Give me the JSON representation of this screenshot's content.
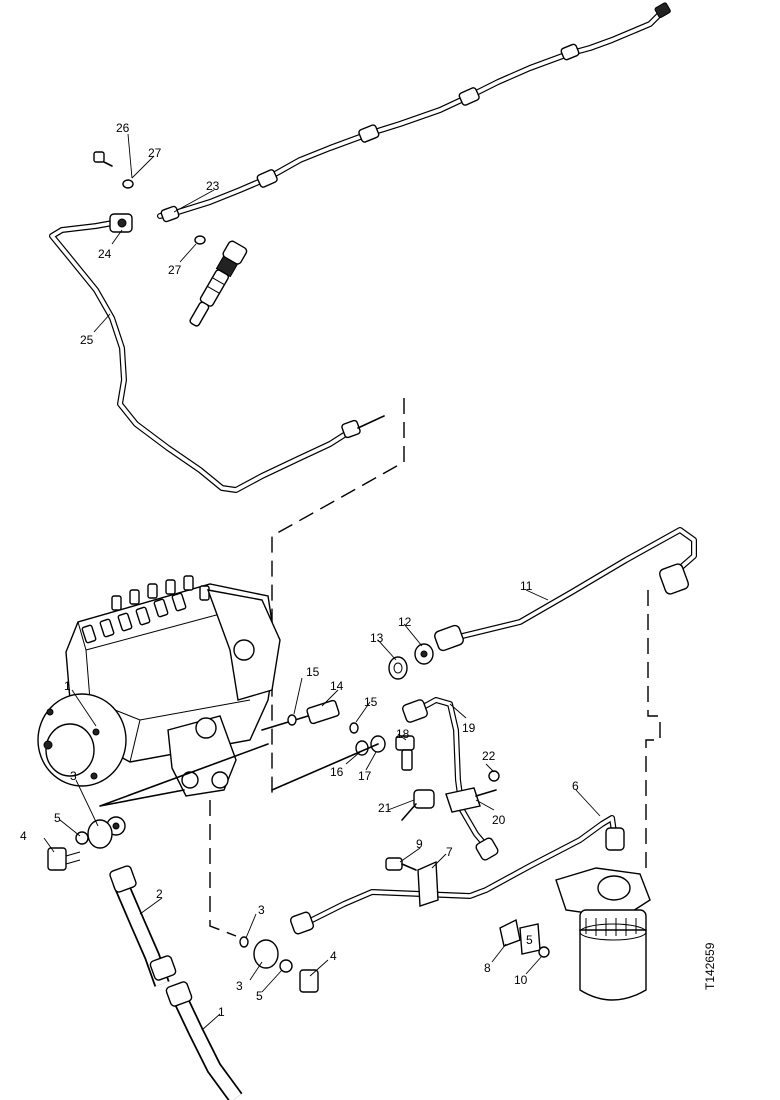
{
  "figure_id": "T142659",
  "callouts": [
    {
      "id": "c26",
      "text": "26"
    },
    {
      "id": "c27a",
      "text": "27"
    },
    {
      "id": "c23",
      "text": "23"
    },
    {
      "id": "c24",
      "text": "24"
    },
    {
      "id": "c27b",
      "text": "27"
    },
    {
      "id": "c25",
      "text": "25"
    },
    {
      "id": "c11",
      "text": "11"
    },
    {
      "id": "c12",
      "text": "12"
    },
    {
      "id": "c13",
      "text": "13"
    },
    {
      "id": "c15a",
      "text": "15"
    },
    {
      "id": "c14",
      "text": "14"
    },
    {
      "id": "c15b",
      "text": "15"
    },
    {
      "id": "c19",
      "text": "19"
    },
    {
      "id": "c18",
      "text": "18"
    },
    {
      "id": "c16",
      "text": "16"
    },
    {
      "id": "c17",
      "text": "17"
    },
    {
      "id": "c22",
      "text": "22"
    },
    {
      "id": "c21",
      "text": "21"
    },
    {
      "id": "c20",
      "text": "20"
    },
    {
      "id": "c6",
      "text": "6"
    },
    {
      "id": "c9",
      "text": "9"
    },
    {
      "id": "c7",
      "text": "7"
    },
    {
      "id": "c1a",
      "text": "1"
    },
    {
      "id": "c3a",
      "text": "3"
    },
    {
      "id": "c5a",
      "text": "5"
    },
    {
      "id": "c4a",
      "text": "4"
    },
    {
      "id": "c2",
      "text": "2"
    },
    {
      "id": "c1b",
      "text": "1"
    },
    {
      "id": "c3b",
      "text": "3"
    },
    {
      "id": "c5b",
      "text": "5"
    },
    {
      "id": "c4b",
      "text": "4"
    },
    {
      "id": "c8",
      "text": "8"
    },
    {
      "id": "c10",
      "text": "10"
    },
    {
      "id": "c3c",
      "text": "3"
    },
    {
      "id": "c5c",
      "text": "5"
    }
  ]
}
